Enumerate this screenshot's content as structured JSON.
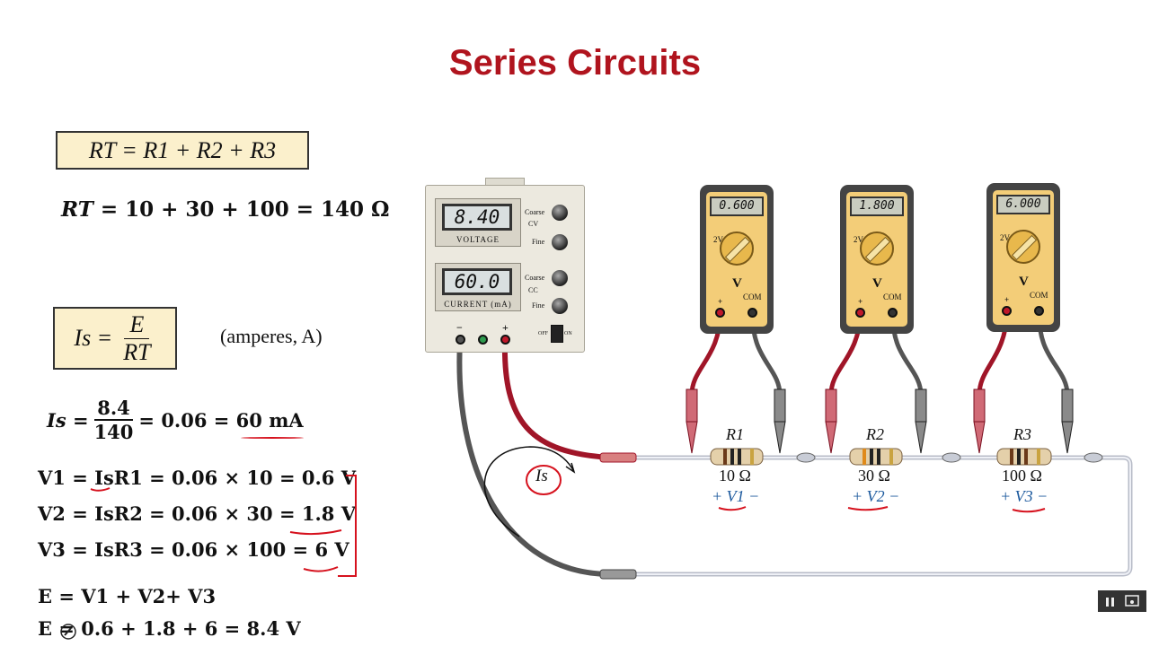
{
  "slide": {
    "title": "Series Circuits",
    "formula_rt": "RT = R1 + R2 + R3",
    "rt_calc": {
      "lhs": "RT",
      "rhs": "= 10 + 30 + 100 = 140 Ω"
    },
    "formula_is": {
      "lhs": "Is =",
      "num": "E",
      "den": "RT"
    },
    "units_note": "(amperes, A)",
    "is_calc": {
      "lhs": "Is =",
      "num": "8.4",
      "den": "140",
      "rhs": "= 0.06 = 60 mA"
    },
    "v1": "V1 = IsR1 = 0.06 × 10 = 0.6 V",
    "v2": "V2 = IsR2 = 0.06 × 30 = 1.8 V",
    "v3": "V3 = IsR3 = 0.06 × 100 = 6 V",
    "e_sum": "E = V1 + V2+ V3",
    "e_calc": "E = 0.6 + 1.8 + 6 = 8.4 V"
  },
  "power_supply": {
    "voltage_display": "8.40",
    "voltage_label": "VOLTAGE",
    "current_display": "60.0",
    "current_label": "CURRENT (mA)",
    "coarse": "Coarse",
    "fine": "Fine",
    "cv": "CV",
    "cc": "CC",
    "off": "OFF",
    "on": "ON",
    "minus": "−",
    "plus": "+"
  },
  "meters": [
    {
      "reading": "0.600",
      "range": "2V",
      "unit": "V",
      "plus": "+",
      "com": "COM"
    },
    {
      "reading": "1.800",
      "range": "2V",
      "unit": "V",
      "plus": "+",
      "com": "COM"
    },
    {
      "reading": "6.000",
      "range": "2V",
      "unit": "V",
      "plus": "+",
      "com": "COM"
    }
  ],
  "resistors": [
    {
      "name": "R1",
      "value": "10 Ω",
      "voltage": "+ V1 −"
    },
    {
      "name": "R2",
      "value": "30 Ω",
      "voltage": "+ V2 −"
    },
    {
      "name": "R3",
      "value": "100 Ω",
      "voltage": "+ V3 −"
    }
  ],
  "current_label": "Is",
  "colors": {
    "title": "#b0141e",
    "box_fill": "#fbf0cc",
    "annotation": "#d6121e",
    "meter_body": "#f3cd78",
    "red_lead": "#a01528",
    "black_lead": "#555555",
    "wire": "#b8bcc8"
  },
  "icons": [
    "pause-icon",
    "screen-icon",
    "pen-icon"
  ]
}
